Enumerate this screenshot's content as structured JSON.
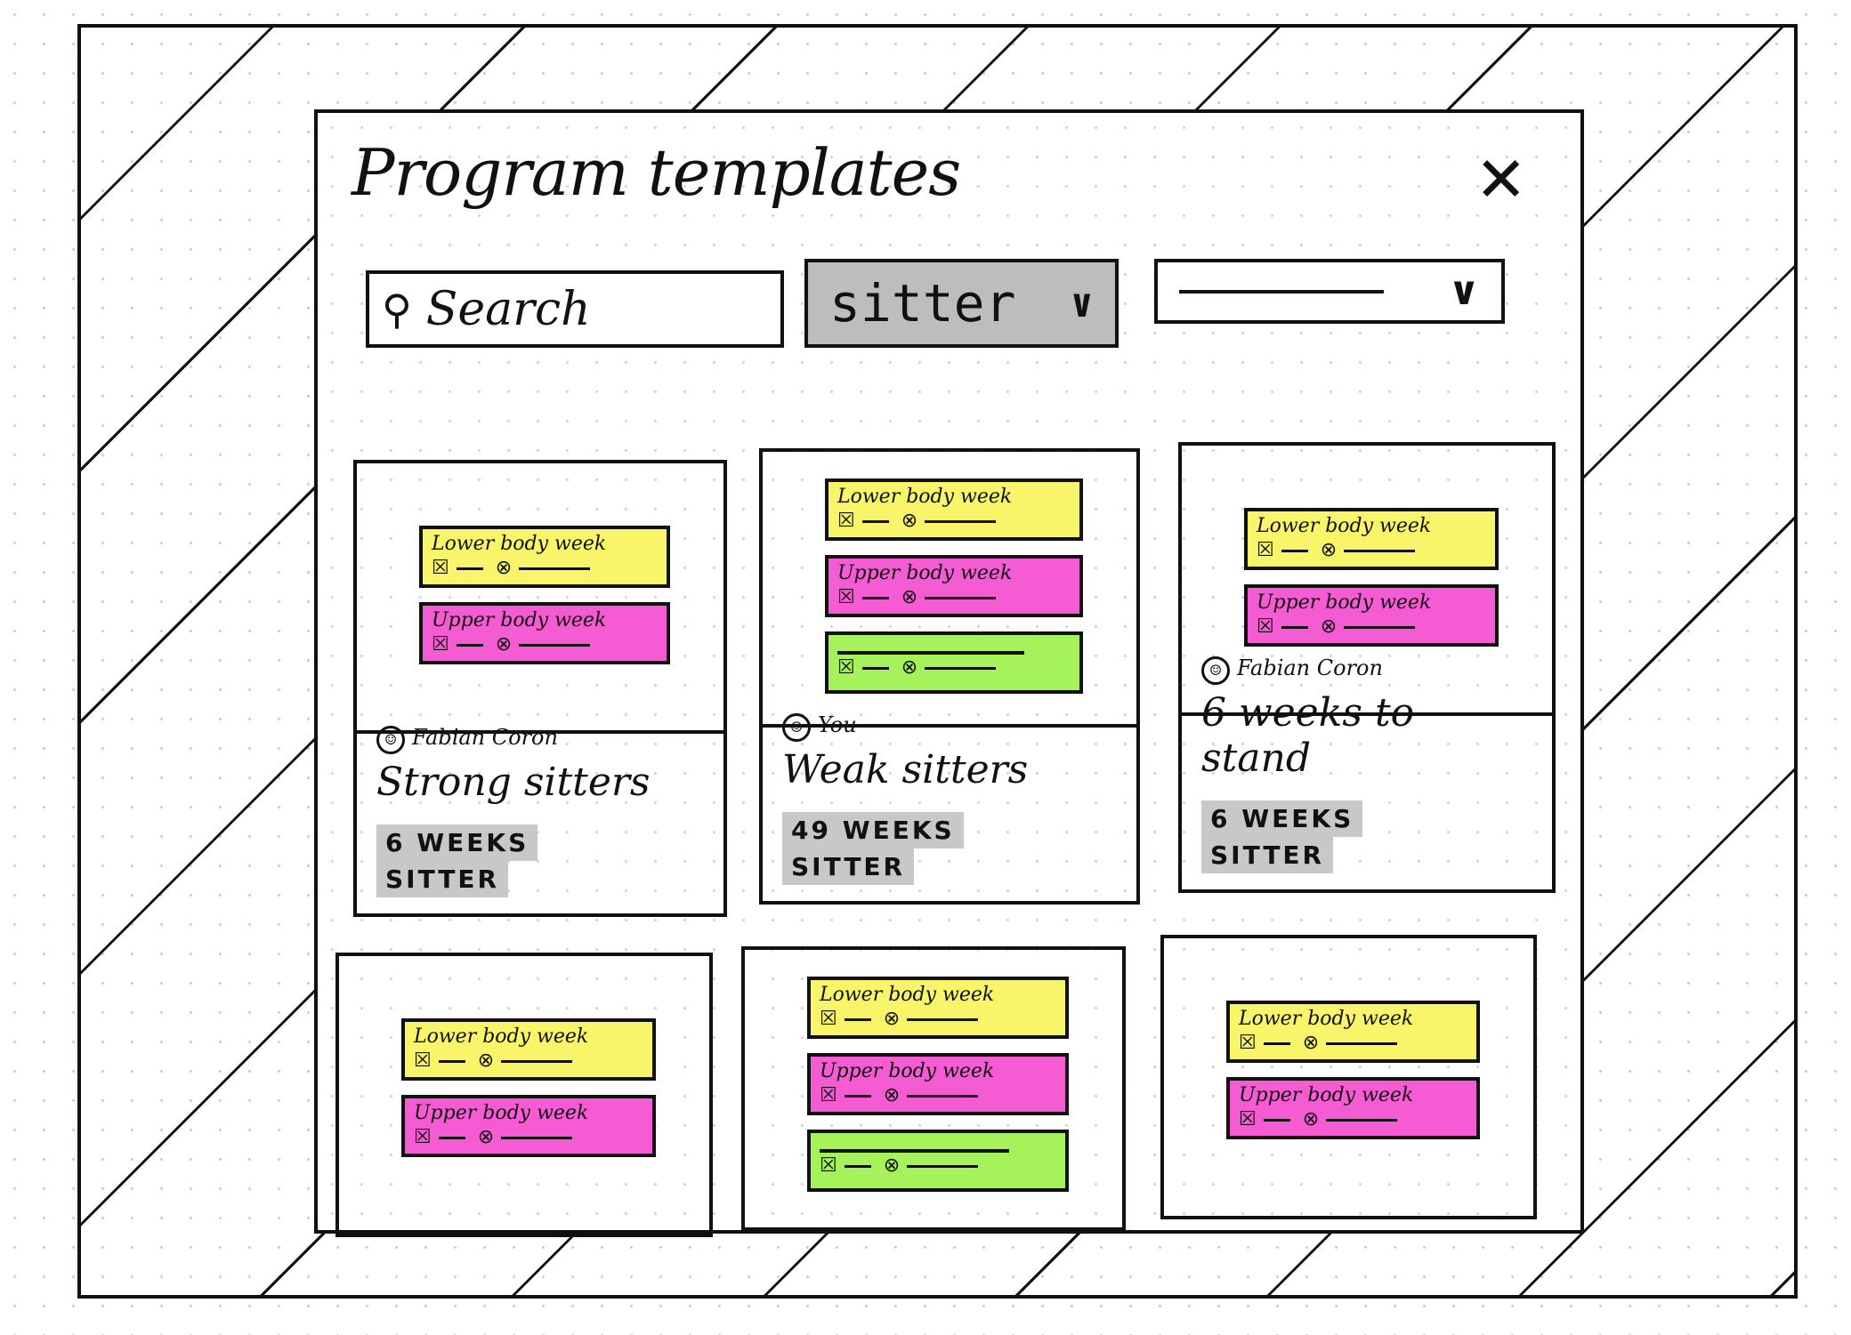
{
  "modal": {
    "title": "Program templates",
    "close_icon": "close-icon",
    "search": {
      "placeholder": "Search",
      "value": "",
      "icon": "search-icon"
    },
    "filter_tag": {
      "value": "sitter",
      "icon": "chevron-down-icon"
    },
    "sort": {
      "value": "",
      "icon": "chevron-down-icon"
    }
  },
  "colors": {
    "yellow": "#f8f56a",
    "magenta": "#f55bd2",
    "green": "#a6f25a",
    "tag": "#c8c8c8"
  },
  "cards": [
    {
      "weeks": [
        {
          "label": "Lower body week",
          "color": "yellow"
        },
        {
          "label": "Upper body week",
          "color": "magenta"
        }
      ],
      "author": "Fabian Coron",
      "title": "Strong sitters",
      "duration": "6 WEEKS",
      "tag": "SITTER"
    },
    {
      "weeks": [
        {
          "label": "Lower body week",
          "color": "yellow"
        },
        {
          "label": "Upper body week",
          "color": "magenta"
        },
        {
          "label": "",
          "color": "green"
        }
      ],
      "author": "You",
      "title": "Weak sitters",
      "duration": "49 WEEKS",
      "tag": "SITTER"
    },
    {
      "weeks": [
        {
          "label": "Lower body week",
          "color": "yellow"
        },
        {
          "label": "Upper body week",
          "color": "magenta"
        }
      ],
      "author": "Fabian Coron",
      "title": "6 weeks to stand",
      "duration": "6 WEEKS",
      "tag": "SITTER"
    },
    {
      "weeks": [
        {
          "label": "Lower body week",
          "color": "yellow"
        },
        {
          "label": "Upper body week",
          "color": "magenta"
        }
      ]
    },
    {
      "weeks": [
        {
          "label": "Lower body week",
          "color": "yellow"
        },
        {
          "label": "Upper body week",
          "color": "magenta"
        },
        {
          "label": "",
          "color": "green"
        }
      ]
    },
    {
      "weeks": [
        {
          "label": "Lower body week",
          "color": "yellow"
        },
        {
          "label": "Upper body week",
          "color": "magenta"
        }
      ]
    }
  ]
}
